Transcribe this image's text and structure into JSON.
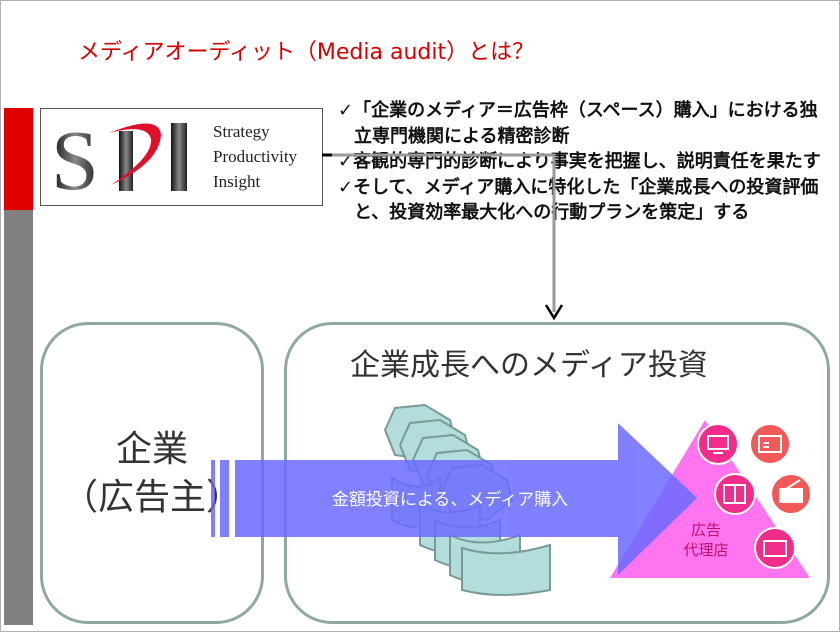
{
  "title": "メディアオーディット（Media audit）とは？",
  "logo": {
    "mark": "SPI",
    "words": [
      "Strategy",
      "Productivity",
      "Insight"
    ]
  },
  "bullets": [
    "✓「企業のメディア＝広告枠（スペース）購入」における独立専門機関による精密診断",
    "✓客観的専門的診断により事実を把握し、説明責任を果たす",
    "✓そして、メディア購入に特化した「企業成長への投資評価と、投資効率最大化への行動プランを策定」する"
  ],
  "left_box": {
    "line1": "企業",
    "line2": "（広告主）"
  },
  "right_box": {
    "title": "企業成長へのメディア投資",
    "arrow_label": "金額投資による、メディア購入",
    "agency_line1": "広告",
    "agency_line2": "代理店"
  },
  "media_icons": [
    "monitor-icon",
    "newspaper-icon",
    "book-icon",
    "radio-icon",
    "tv-icon"
  ],
  "colors": {
    "accent_red": "#e00000",
    "arrow_blue": "#6b6bff",
    "triangle_pink": "#ff66ee",
    "circle_red": "#f25a5a",
    "coin_teal": "#b3dcdc"
  }
}
